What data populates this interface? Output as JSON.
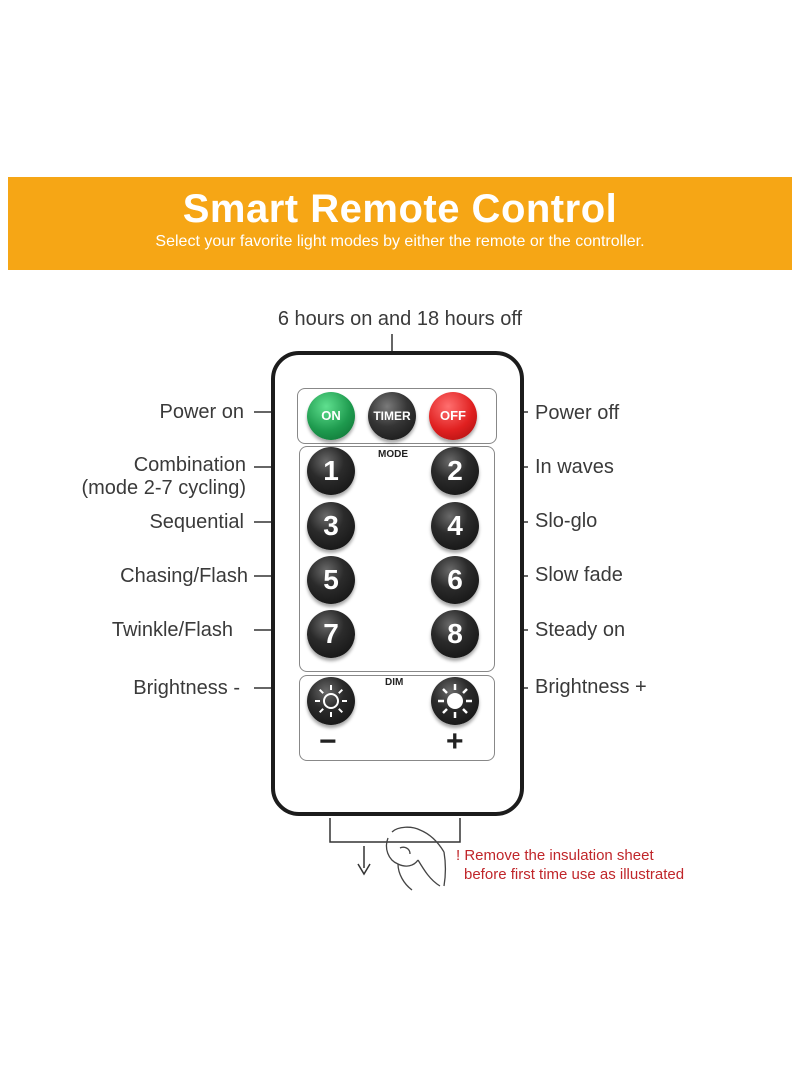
{
  "banner": {
    "title": "Smart Remote Control",
    "subtitle": "Select your favorite light modes by either the remote or the controller.",
    "color": "#f6a615"
  },
  "timer_label": "6 hours on and 18 hours off",
  "left_labels": {
    "power_on": "Power on",
    "combination_1": "Combination",
    "combination_2": "(mode 2-7 cycling)",
    "sequential": "Sequential",
    "chasing": "Chasing/Flash",
    "twinkle": "Twinkle/Flash",
    "brightness_down": "Brightness -"
  },
  "right_labels": {
    "power_off": "Power off",
    "in_waves": "In waves",
    "slo_glo": "Slo-glo",
    "slow_fade": "Slow fade",
    "steady_on": "Steady on",
    "brightness_up": "Brightness +"
  },
  "remote": {
    "on": "ON",
    "timer": "TIMER",
    "off": "OFF",
    "mode_label": "MODE",
    "dim_label": "DIM",
    "minus": "−",
    "plus": "+",
    "modes": [
      "1",
      "2",
      "3",
      "4",
      "5",
      "6",
      "7",
      "8"
    ],
    "on_color": "#1e9a4e",
    "off_color": "#e02020"
  },
  "note": {
    "line1": "! Remove the insulation sheet",
    "line2": "before first time use as illustrated",
    "color": "#c0262a"
  }
}
